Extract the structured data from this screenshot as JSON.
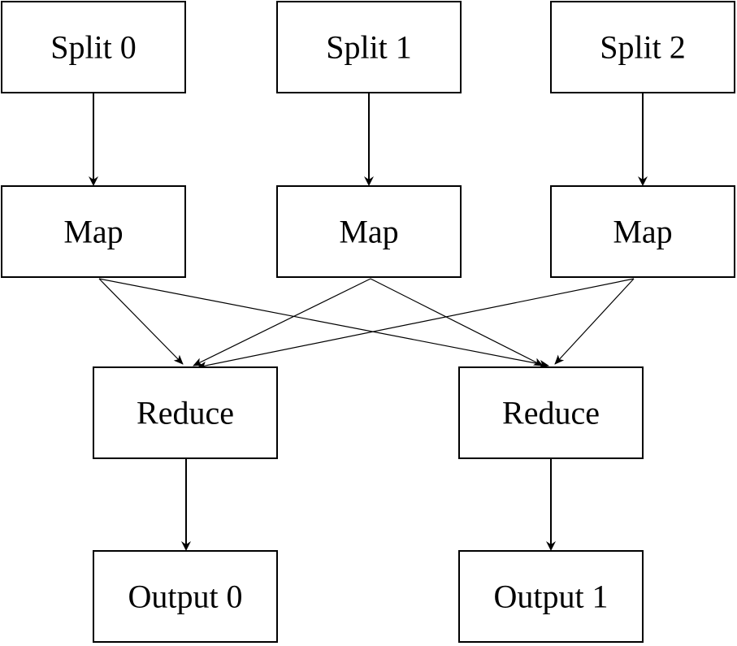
{
  "diagram": {
    "title": "",
    "colors": {
      "background": "#ffffff",
      "stroke": "#000000",
      "text": "#000000"
    },
    "nodes": [
      {
        "id": "split0",
        "label": "Split 0",
        "kind": "split"
      },
      {
        "id": "split1",
        "label": "Split 1",
        "kind": "split"
      },
      {
        "id": "split2",
        "label": "Split 2",
        "kind": "split"
      },
      {
        "id": "map0",
        "label": "Map",
        "kind": "map"
      },
      {
        "id": "map1",
        "label": "Map",
        "kind": "map"
      },
      {
        "id": "map2",
        "label": "Map",
        "kind": "map"
      },
      {
        "id": "reduce0",
        "label": "Reduce",
        "kind": "reduce"
      },
      {
        "id": "reduce1",
        "label": "Reduce",
        "kind": "reduce"
      },
      {
        "id": "output0",
        "label": "Output 0",
        "kind": "output"
      },
      {
        "id": "output1",
        "label": "Output 1",
        "kind": "output"
      }
    ],
    "edges": [
      {
        "from": "split0",
        "to": "map0"
      },
      {
        "from": "split1",
        "to": "map1"
      },
      {
        "from": "split2",
        "to": "map2"
      },
      {
        "from": "map0",
        "to": "reduce0"
      },
      {
        "from": "map0",
        "to": "reduce1"
      },
      {
        "from": "map1",
        "to": "reduce0"
      },
      {
        "from": "map1",
        "to": "reduce1"
      },
      {
        "from": "map2",
        "to": "reduce0"
      },
      {
        "from": "map2",
        "to": "reduce1"
      },
      {
        "from": "reduce0",
        "to": "output0"
      },
      {
        "from": "reduce1",
        "to": "output1"
      }
    ]
  }
}
